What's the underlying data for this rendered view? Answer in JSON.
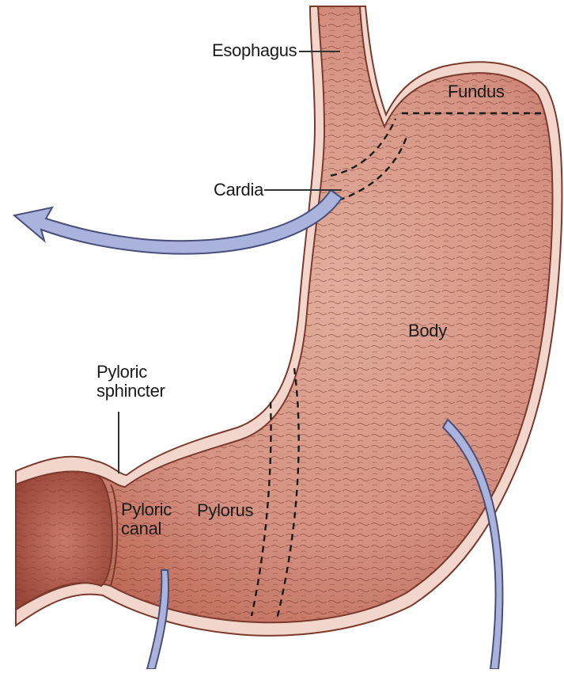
{
  "labels": {
    "esophagus": "Esophagus",
    "fundus": "Fundus",
    "cardia": "Cardia",
    "body": "Body",
    "pyloric_sphincter_1": "Pyloric",
    "pyloric_sphincter_2": "sphincter",
    "pyloric_canal_1": "Pyloric",
    "pyloric_canal_2": "canal",
    "pylorus": "Pylorus"
  },
  "colors": {
    "stomach_fill": "#d99a86",
    "stomach_shade": "#b9604c",
    "stomach_outline": "#7a3a2c",
    "mucosa_texture": "#6b2b20",
    "serosa_band": "#f2d6cc",
    "arrow_fill": "#a9b3dc",
    "arrow_outline": "#4a4f7a",
    "leader_line": "#333333"
  },
  "icons": {
    "arrows": [
      "arrow-left-from-cardia",
      "arrow-down-from-pylorus",
      "arrow-down-from-body"
    ]
  }
}
